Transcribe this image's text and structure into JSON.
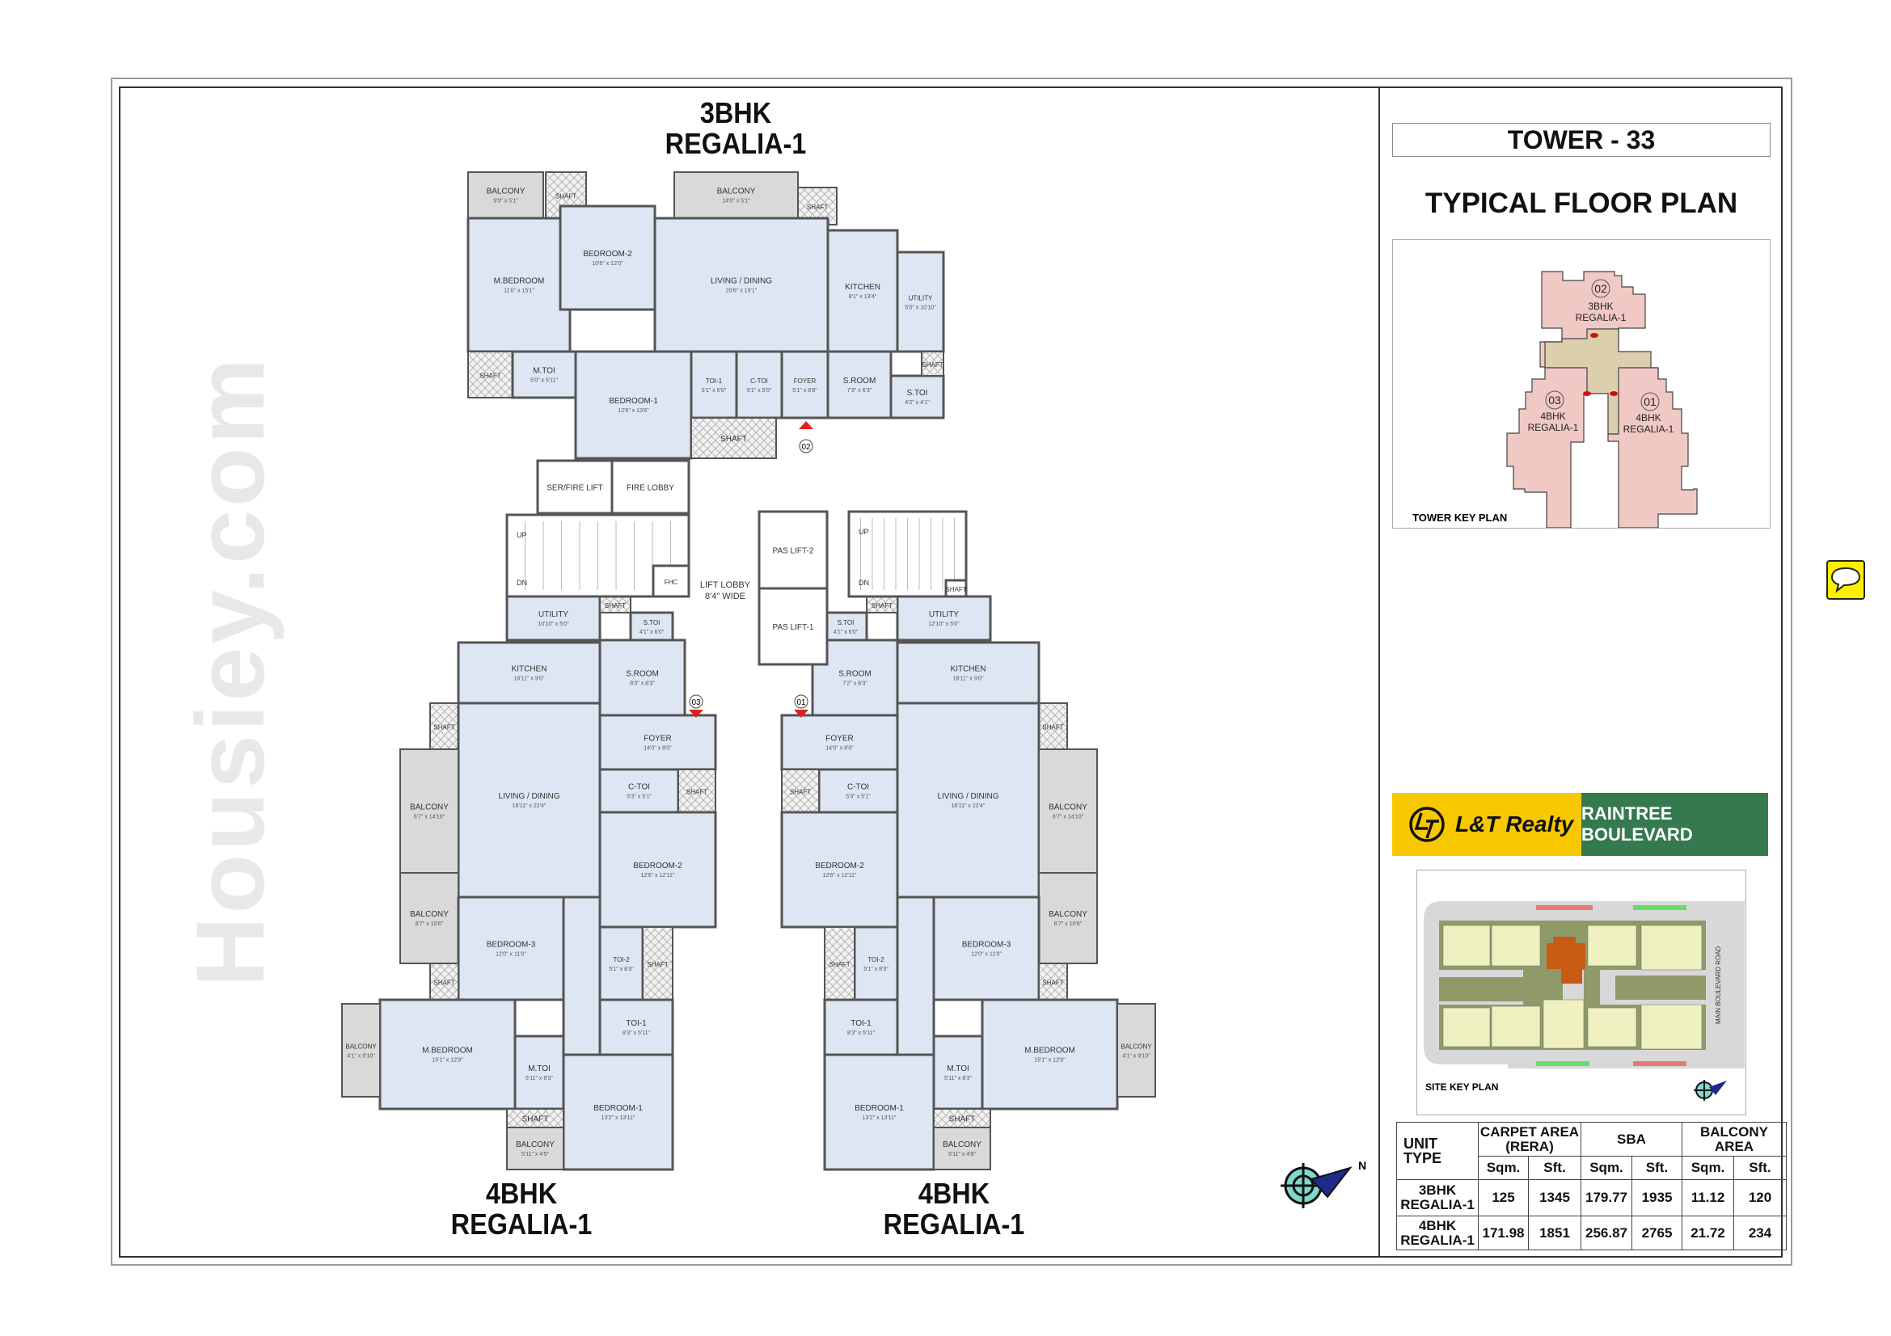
{
  "header": {
    "tower": "TOWER - 33",
    "plan_title": "TYPICAL FLOOR PLAN"
  },
  "floor_plan": {
    "units": [
      {
        "title_line1": "3BHK",
        "title_line2": "REGALIA-1",
        "entry": "02",
        "rooms": [
          {
            "name": "BALCONY",
            "dim": "9'3\" x 5'1\""
          },
          {
            "name": "SHAFT",
            "dim": ""
          },
          {
            "name": "M.BEDROOM",
            "dim": "11'0\" x 15'1\""
          },
          {
            "name": "BEDROOM-2",
            "dim": "10'6\" x 12'0\""
          },
          {
            "name": "BALCONY",
            "dim": "14'0\" x 5'1\""
          },
          {
            "name": "SHAFT",
            "dim": ""
          },
          {
            "name": "LIVING / DINING",
            "dim": "20'6\" x 19'1\""
          },
          {
            "name": "KITCHEN",
            "dim": "8'1\" x 13'4\""
          },
          {
            "name": "UTILITY",
            "dim": "5'0\" x 10'10\""
          },
          {
            "name": "SHAFT",
            "dim": ""
          },
          {
            "name": "M.TOI",
            "dim": "5'0\" x 5'11\""
          },
          {
            "name": "BEDROOM-1",
            "dim": "12'6\" x 13'6\""
          },
          {
            "name": "TOI-1",
            "dim": "5'1\" x 6'0\""
          },
          {
            "name": "C-TOI",
            "dim": "5'1\" x 5'0\""
          },
          {
            "name": "SHAFT",
            "dim": ""
          },
          {
            "name": "FOYER",
            "dim": "5'1\" x 8'8\""
          },
          {
            "name": "S.ROOM",
            "dim": "7'3\" x 6'3\""
          },
          {
            "name": "S.TOI",
            "dim": "4'2\" x 4'1\""
          },
          {
            "name": "SHAFT",
            "dim": ""
          }
        ]
      },
      {
        "title_line1": "4BHK",
        "title_line2": "REGALIA-1",
        "entry": "03",
        "rooms": [
          {
            "name": "UTILITY",
            "dim": "10'10\" x 5'0\""
          },
          {
            "name": "S.TOI",
            "dim": "4'1\" x 6'0\""
          },
          {
            "name": "SHAFT",
            "dim": ""
          },
          {
            "name": "KITCHEN",
            "dim": "16'11\" x 9'0\""
          },
          {
            "name": "S.ROOM",
            "dim": "8'3\" x 8'3\""
          },
          {
            "name": "SHAFT",
            "dim": ""
          },
          {
            "name": "LIVING / DINING",
            "dim": "16'11\" x 22'4\""
          },
          {
            "name": "BALCONY",
            "dim": "6'7\" x 14'10\""
          },
          {
            "name": "BALCONY",
            "dim": "6'7\" x 10'6\""
          },
          {
            "name": "FOYER",
            "dim": "14'0\" x 8'0\""
          },
          {
            "name": "C-TOI",
            "dim": "5'3\" x 5'1\""
          },
          {
            "name": "SHAFT",
            "dim": ""
          },
          {
            "name": "BEDROOM-2",
            "dim": "12'6\" x 12'11\""
          },
          {
            "name": "BEDROOM-3",
            "dim": "12'0\" x 11'0\""
          },
          {
            "name": "SHAFT",
            "dim": ""
          },
          {
            "name": "TOI-2",
            "dim": "5'1\" x 8'3\""
          },
          {
            "name": "SHAFT",
            "dim": ""
          },
          {
            "name": "TOI-1",
            "dim": "8'3\" x 5'11\""
          },
          {
            "name": "M.BEDROOM",
            "dim": "15'1\" x 12'9\""
          },
          {
            "name": "BALCONY",
            "dim": "4'1\" x 9'10\""
          },
          {
            "name": "M.TOI",
            "dim": "5'11\" x 8'3\""
          },
          {
            "name": "BEDROOM-1",
            "dim": "13'2\" x 13'11\""
          },
          {
            "name": "SHAFT",
            "dim": ""
          },
          {
            "name": "BALCONY",
            "dim": "5'11\" x 4'5\""
          },
          {
            "name": "",
            "dim": ""
          }
        ]
      },
      {
        "title_line1": "4BHK",
        "title_line2": "REGALIA-1",
        "entry": "01",
        "rooms": [
          {
            "name": "UTILITY",
            "dim": "12'10\" x 5'0\""
          },
          {
            "name": "S.TOI",
            "dim": "4'1\" x 6'0\""
          },
          {
            "name": "SHAFT",
            "dim": ""
          },
          {
            "name": "KITCHEN",
            "dim": "16'11\" x 9'0\""
          },
          {
            "name": "S.ROOM",
            "dim": "7'2\" x 8'3\""
          },
          {
            "name": "SHAFT",
            "dim": ""
          },
          {
            "name": "LIVING / DINING",
            "dim": "16'11\" x 22'4\""
          },
          {
            "name": "BALCONY",
            "dim": "6'7\" x 14'10\""
          },
          {
            "name": "BALCONY",
            "dim": "6'7\" x 10'6\""
          },
          {
            "name": "FOYER",
            "dim": "14'0\" x 8'0\""
          },
          {
            "name": "C-TOI",
            "dim": "5'3\" x 5'1\""
          },
          {
            "name": "SHAFT",
            "dim": ""
          },
          {
            "name": "BEDROOM-2",
            "dim": "12'6\" x 12'11\""
          },
          {
            "name": "BEDROOM-3",
            "dim": "12'0\" x 11'0\""
          },
          {
            "name": "SHAFT",
            "dim": ""
          },
          {
            "name": "TOI-2",
            "dim": "5'1\" x 8'3\""
          },
          {
            "name": "SHAFT",
            "dim": ""
          },
          {
            "name": "TOI-1",
            "dim": "8'3\" x 5'11\""
          },
          {
            "name": "M.BEDROOM",
            "dim": "15'1\" x 12'9\""
          },
          {
            "name": "BALCONY",
            "dim": "4'1\" x 9'10\""
          },
          {
            "name": "M.TOI",
            "dim": "5'11\" x 8'3\""
          },
          {
            "name": "BEDROOM-1",
            "dim": "13'2\" x 13'11\""
          },
          {
            "name": "SHAFT",
            "dim": ""
          },
          {
            "name": "BALCONY",
            "dim": "5'11\" x 4'8\""
          },
          {
            "name": "",
            "dim": ""
          }
        ]
      }
    ],
    "core": [
      {
        "name": "SER/FIRE LIFT"
      },
      {
        "name": "FIRE LOBBY"
      },
      {
        "name": ""
      },
      {
        "name": "FHC"
      },
      {
        "name": "PAS LIFT-2"
      },
      {
        "name": "PAS LIFT-1"
      },
      {
        "name": ""
      },
      {
        "name": "SHAFT"
      }
    ],
    "stair_up": "UP",
    "stair_dn": "DN",
    "lift_lobby": "LIFT LOBBY",
    "lift_lobby_width": "8'4\" WIDE",
    "north_label": "N"
  },
  "tower_key_plan": {
    "label": "TOWER KEY PLAN",
    "units": [
      {
        "no": "02",
        "type": "3BHK",
        "name": "REGALIA-1"
      },
      {
        "no": "03",
        "type": "4BHK",
        "name": "REGALIA-1"
      },
      {
        "no": "01",
        "type": "4BHK",
        "name": "REGALIA-1"
      }
    ],
    "colors": {
      "unit": "#f0c8c4",
      "core": "#dccfae",
      "marker": "#d01010"
    }
  },
  "banner": {
    "brand": "L&T Realty",
    "project": "RAINTREE BOULEVARD",
    "colors": {
      "brand_bg": "#f7c800",
      "project_bg": "#347a4e"
    }
  },
  "site_key_plan": {
    "label": "SITE KEY PLAN",
    "road": "MAIN BOULEVARD ROAD",
    "colors": {
      "highlight": "#c85a14",
      "tower": "#eef0c0",
      "ground": "#8f9a68",
      "road": "#d8d8d8"
    }
  },
  "area_table": {
    "headers": {
      "unit_type": "UNIT TYPE",
      "carpet": "CARPET AREA (RERA)",
      "sba": "SBA",
      "balcony": "BALCONY AREA",
      "sqm": "Sqm.",
      "sft": "Sft."
    },
    "rows": [
      {
        "unit": "3BHK REGALIA-1",
        "carpet_sqm": "125",
        "carpet_sft": "1345",
        "sba_sqm": "179.77",
        "sba_sft": "1935",
        "bal_sqm": "11.12",
        "bal_sft": "120"
      },
      {
        "unit": "4BHK REGALIA-1",
        "carpet_sqm": "171.98",
        "carpet_sft": "1851",
        "sba_sqm": "256.87",
        "sba_sft": "2765",
        "bal_sqm": "21.72",
        "bal_sft": "234"
      }
    ]
  },
  "watermark": "Housiey.com",
  "icons": {
    "chat": "chat-bubble-icon",
    "north": "north-arrow-icon",
    "brand": "lt-logo-icon"
  }
}
